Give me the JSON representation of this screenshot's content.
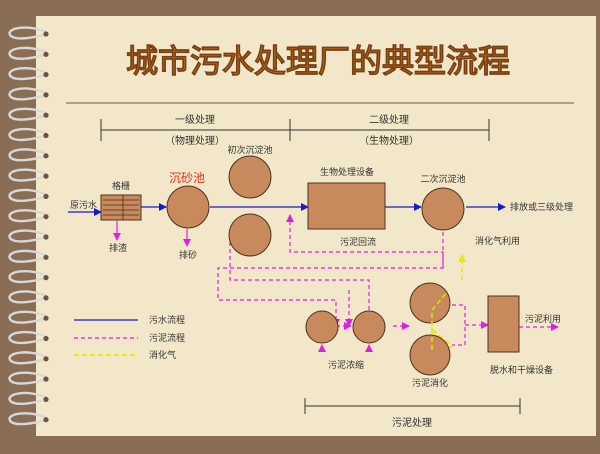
{
  "title": "城市污水处理厂的典型流程",
  "stages": {
    "primary": "一级处理",
    "primary_sub": "（物理处理）",
    "secondary": "二级处理",
    "secondary_sub": "（生物处理）",
    "sludge": "污泥处理"
  },
  "units": {
    "raw_sewage": "原污水",
    "screen": "格栅",
    "screenings": "排渣",
    "grit_chamber": "沉砂池",
    "grit_out": "排砂",
    "primary_clarifier": "初次沉淀池",
    "bio_reactor": "生物处理设备",
    "secondary_clarifier": "二次沉淀池",
    "discharge": "排放或三级处理",
    "sludge_return": "污泥回流",
    "biogas_use": "消化气利用",
    "sludge_thickening": "污泥浓缩",
    "sludge_digestion": "污泥消化",
    "dewatering": "脱水和干燥设备",
    "sludge_use": "污泥利用"
  },
  "legend": {
    "water": "污水流程",
    "sludge": "污泥流程",
    "gas": "消化气"
  },
  "colors": {
    "background": "#8a6d55",
    "panel": "#f2e8c9",
    "unit_fill": "#c8895c",
    "unit_stroke": "#4a3320",
    "water_line": "#1a1acc",
    "sludge_line": "#e020e0",
    "gas_line": "#e8e800",
    "title": "#b86a24",
    "accent_red": "#e03020"
  }
}
